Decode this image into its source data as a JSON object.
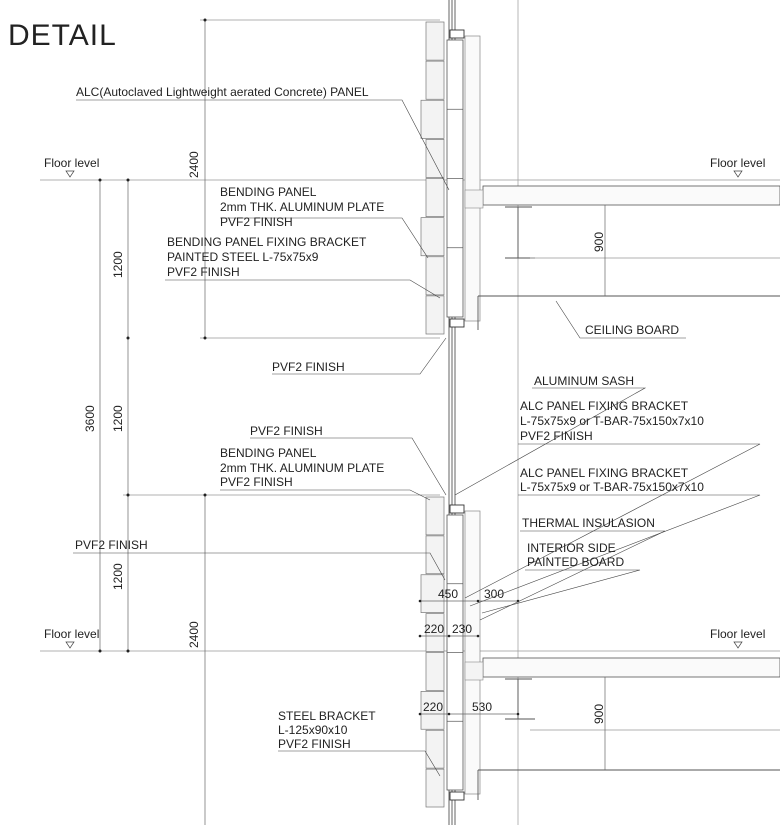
{
  "title": "DETAIL",
  "levels": {
    "floor_left_top": "Floor level",
    "floor_right_top": "Floor level",
    "floor_left_bottom": "Floor level",
    "floor_right_bottom": "Floor level"
  },
  "dimensions": {
    "upper_2400": "2400",
    "lower_2400": "2400",
    "d1200_a": "1200",
    "d1200_b": "1200",
    "d1200_c": "1200",
    "d3600": "3600",
    "beam_900_top": "900",
    "beam_900_bottom": "900",
    "d450": "450",
    "d300": "300",
    "d220a": "220",
    "d230": "230",
    "d220b": "220",
    "d530": "530"
  },
  "labels": {
    "alc_panel": "ALC(Autoclaved Lightweight aerated Concrete) PANEL",
    "bending_panel_1": [
      "BENDING PANEL",
      "2mm THK. ALUMINUM PLATE",
      "PVF2 FINISH"
    ],
    "fixing_bracket_1": [
      "BENDING PANEL FIXING BRACKET",
      "PAINTED STEEL L-75x75x9",
      "PVF2 FINISH"
    ],
    "ceiling_board": "CEILING BOARD",
    "pvf2_1": "PVF2 FINISH",
    "aluminum_sash": "ALUMINUM SASH",
    "alc_bracket_1": [
      "ALC PANEL FIXING BRACKET",
      "L-75x75x9 or T-BAR-75x150x7x10",
      "PVF2 FINISH"
    ],
    "pvf2_2": "PVF2 FINISH",
    "bending_panel_2": [
      "BENDING PANEL",
      "2mm THK. ALUMINUM PLATE",
      "PVF2 FINISH"
    ],
    "alc_bracket_2": [
      "ALC PANEL FIXING BRACKET",
      "L-75x75x9 or T-BAR-75x150x7x10"
    ],
    "thermal_insulation": "THERMAL INSULASION",
    "pvf2_3": "PVF2 FINISH",
    "interior_board": [
      "INTERIOR SIDE",
      "PAINTED BOARD"
    ],
    "steel_bracket": [
      "STEEL BRACKET",
      "L-125x90x10",
      "PVF2 FINISH"
    ]
  }
}
